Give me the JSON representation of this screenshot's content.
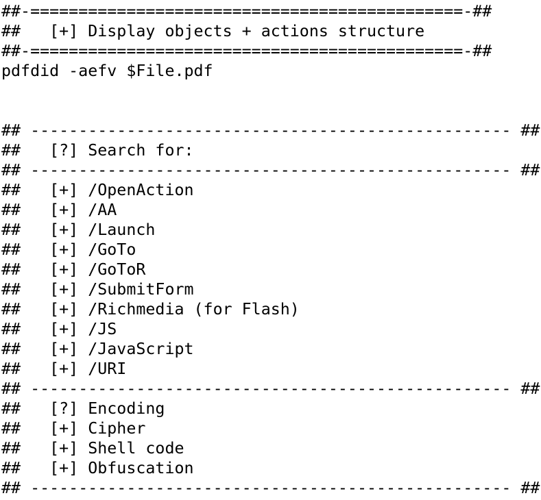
{
  "lines": [
    "##-=============================================-##",
    "##   [+] Display objects + actions structure",
    "##-=============================================-##",
    "pdfdid -aefv $File.pdf",
    "",
    "",
    "## -------------------------------------------------- ##",
    "##   [?] Search for:",
    "## -------------------------------------------------- ##",
    "##   [+] /OpenAction",
    "##   [+] /AA",
    "##   [+] /Launch",
    "##   [+] /GoTo",
    "##   [+] /GoToR",
    "##   [+] /SubmitForm",
    "##   [+] /Richmedia (for Flash)",
    "##   [+] /JS",
    "##   [+] /JavaScript",
    "##   [+] /URI",
    "## -------------------------------------------------- ##",
    "##   [?] Encoding",
    "##   [+] Cipher",
    "##   [+] Shell code",
    "##   [+] Obfuscation",
    "## -------------------------------------------------- ##"
  ]
}
